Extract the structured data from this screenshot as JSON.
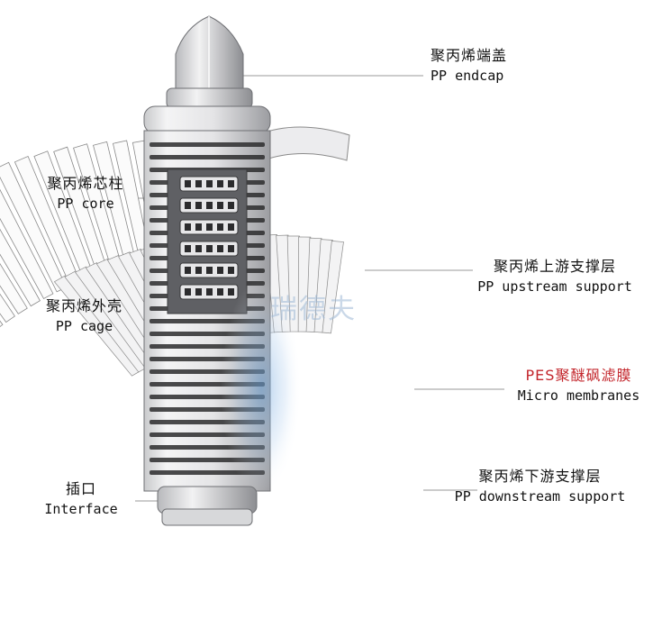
{
  "labels": {
    "endcap": {
      "zh": "聚丙烯端盖",
      "en": "PP endcap"
    },
    "core": {
      "zh": "聚丙烯芯柱",
      "en": "PP core"
    },
    "cage": {
      "zh": "聚丙烯外壳",
      "en": "PP cage"
    },
    "interface": {
      "zh": "插口",
      "en": "Interface"
    },
    "upstream": {
      "zh": "聚丙烯上游支撑层",
      "en": "PP upstream support"
    },
    "membrane": {
      "zh": "PES聚醚砜滤膜",
      "en": "Micro membranes"
    },
    "downstream": {
      "zh": "聚丙烯下游支撑层",
      "en": "PP downstream support"
    }
  },
  "watermark": "瑞德夫",
  "colors": {
    "leader_line": "#9a9a9a",
    "cage_light": "#e9e9ea",
    "cage_dark": "#8f9094",
    "slot": "#2b2b2d",
    "pleat": "#fbfbfb",
    "pleat_edge": "#8a8a8a",
    "accent_red": "#c3262c",
    "glow": "#7fb0e0"
  }
}
